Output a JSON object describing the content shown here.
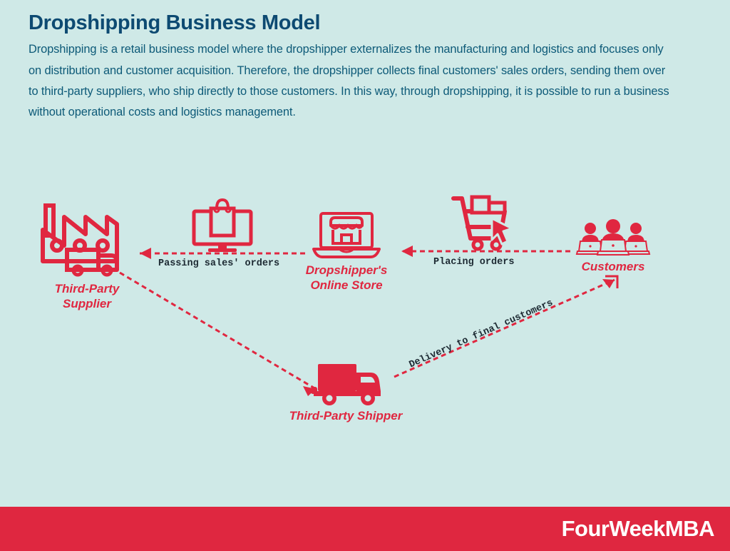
{
  "theme": {
    "background": "#cfe9e7",
    "accent_red": "#e02740",
    "title_blue": "#0d4a72",
    "body_blue": "#0d5a78",
    "footer_red": "#df2740",
    "label_dark": "#1d2a33"
  },
  "header": {
    "title": "Dropshipping Business Model",
    "description": "Dropshipping is a retail business model where the dropshipper externalizes the manufacturing and logistics and focuses only on distribution and customer acquisition. Therefore, the dropshipper collects final customers' sales orders, sending them over to third-party suppliers, who ship directly to those customers. In this way, through dropshipping, it is possible to run a business without operational costs and logistics management."
  },
  "diagram": {
    "nodes": [
      {
        "id": "third-party-supplier",
        "label": "Third-Party\nSupplier",
        "label_line1": "Third-Party",
        "label_line2": "Supplier",
        "icon": "factory-truck-icon"
      },
      {
        "id": "sales-orders-monitor",
        "label": "",
        "icon": "monitor-shopping-bag-icon"
      },
      {
        "id": "dropshipper-online-store",
        "label": "Dropshipper's\nOnline Store",
        "label_line1": "Dropshipper's",
        "label_line2": "Online Store",
        "icon": "laptop-storefront-icon"
      },
      {
        "id": "shopping-cart",
        "label": "",
        "icon": "shopping-cart-cursor-icon"
      },
      {
        "id": "customers",
        "label": "Customers",
        "label_line1": "Customers",
        "label_line2": "",
        "icon": "customers-laptops-icon"
      },
      {
        "id": "third-party-shipper",
        "label": "Third-Party Shipper",
        "label_line1": "Third-Party Shipper",
        "label_line2": "",
        "icon": "delivery-truck-icon"
      }
    ],
    "flows": [
      {
        "id": "passing-sales-orders",
        "label": "Passing sales' orders",
        "from": "dropshipper-online-store",
        "to": "third-party-supplier",
        "direction": "left"
      },
      {
        "id": "placing-orders",
        "label": "Placing orders",
        "from": "customers",
        "to": "dropshipper-online-store",
        "direction": "left"
      },
      {
        "id": "delivery-to-final-customers",
        "label": "Delivery to final customers",
        "from": "third-party-shipper",
        "to": "customers",
        "direction": "up-right"
      },
      {
        "id": "supplier-to-shipper",
        "label": "",
        "from": "third-party-supplier",
        "to": "third-party-shipper",
        "direction": "down-right"
      }
    ]
  },
  "footer": {
    "brand": "FourWeekMBA"
  }
}
